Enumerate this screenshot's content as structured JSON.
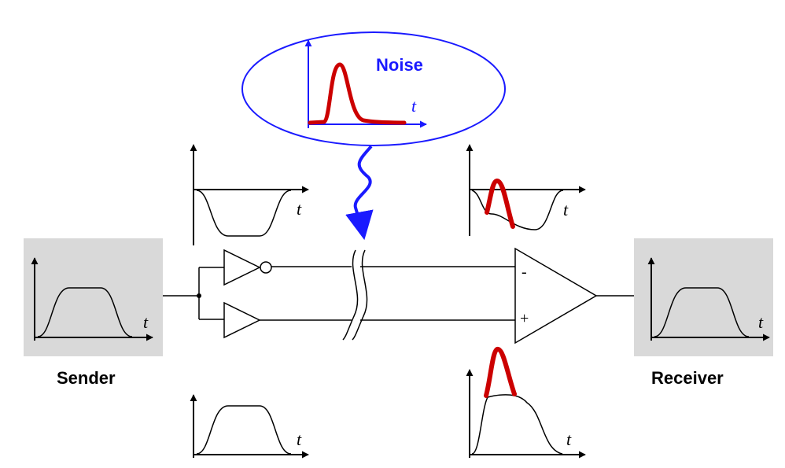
{
  "labels": {
    "sender": "Sender",
    "receiver": "Receiver",
    "noise": "Noise",
    "time_axis": "t",
    "minus_input": "-",
    "plus_input": "+"
  },
  "colors": {
    "noise": "#1a1aff",
    "noise_pulse": "#cc0000",
    "box_fill": "#d9d9d9",
    "line": "#000000"
  }
}
